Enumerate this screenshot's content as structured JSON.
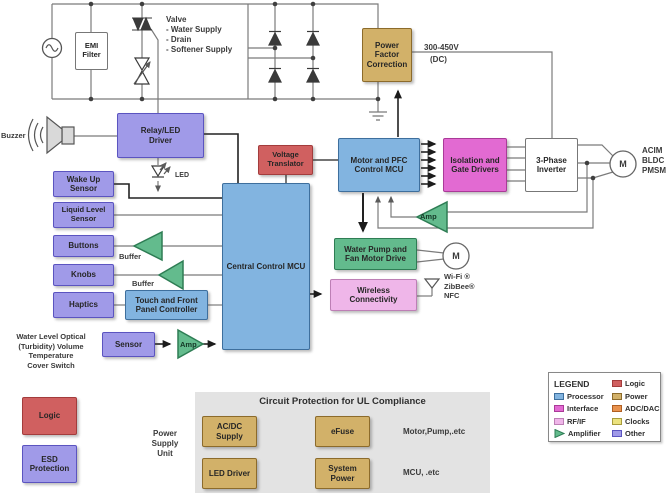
{
  "colors": {
    "processor_blue": "#82b4e0",
    "other_purple": "#a09ae8",
    "logic_red": "#d06060",
    "interface_magenta": "#e26ad2",
    "rfif_pink": "#efb6e9",
    "power_tan": "#d2b169",
    "adcdac_orange": "#e8924e",
    "clocks_yellow": "#ebe27e",
    "amplifier_green": "#63bb8d",
    "panel_gray": "#e3e3e3"
  },
  "blocks": {
    "emi": "EMI Filter",
    "pfc": "Power Factor Correction",
    "relay": "Relay/LED Driver",
    "voltage_translator": "Voltage Translator",
    "motor_mcu": "Motor and PFC Control MCU",
    "isolation": "Isolation and Gate Drivers",
    "inverter": "3-Phase Inverter",
    "wake_up": "Wake Up Sensor",
    "liquid": "Liquid Level Sensor",
    "buttons": "Buttons",
    "knobs": "Knobs",
    "haptics": "Haptics",
    "central_mcu": "Central Control MCU",
    "touch": "Touch and Front Panel Controller",
    "sensor": "Sensor",
    "water_pump": "Water Pump and Fan Motor Drive",
    "wireless": "Wireless Connectivity",
    "logic": "Logic",
    "esd": "ESD Protection",
    "acdc": "AC/DC Supply",
    "efuse": "eFuse",
    "led_driver": "LED Driver",
    "system_power": "System Power"
  },
  "annotations": {
    "buzzer": "Buzzer",
    "valve_title": "Valve",
    "valve_items": [
      "- Water Supply",
      "- Drain",
      "- Softener Supply"
    ],
    "dc_voltage": "300-450V",
    "dc_unit": "(DC)",
    "led": "LED",
    "buffer1": "Buffer",
    "buffer2": "Buffer",
    "amp_sensor": "Amp",
    "amp_feedback": "Amp",
    "motor_m": "M",
    "pump_m": "M",
    "motor_types": [
      "ACIM",
      "BLDC",
      "PMSM"
    ],
    "wireless_items": [
      "Wi-Fi ®",
      "ZibBee®",
      "NFC"
    ],
    "sensor_caption": [
      "Water Level Optical",
      "(Turbidity) Volume",
      "Temperature",
      "Cover Switch"
    ],
    "psu": "Power Supply Unit",
    "panel_title": "Circuit Protection for UL Compliance",
    "efuse_out": "Motor,Pump,.etc",
    "system_power_out": "MCU, .etc"
  },
  "legend": {
    "title": "LEGEND",
    "left": [
      {
        "label": "Processor",
        "color": "#82b4e0",
        "border": "#3e6f9d"
      },
      {
        "label": "Interface",
        "color": "#e26ad2",
        "border": "#aa3a98"
      },
      {
        "label": "RF/IF",
        "color": "#efb6e9",
        "border": "#bd7fb5"
      },
      {
        "label": "Amplifier",
        "color": "#63bb8d",
        "border": "#2e7d54"
      }
    ],
    "right": [
      {
        "label": "Logic",
        "color": "#d06060",
        "border": "#a33c3c"
      },
      {
        "label": "Power",
        "color": "#d2b169",
        "border": "#8c6b2b"
      },
      {
        "label": "ADC/DAC",
        "color": "#e8924e",
        "border": "#b05f22"
      },
      {
        "label": "Clocks",
        "color": "#ebe27e",
        "border": "#a89c3c"
      },
      {
        "label": "Other",
        "color": "#a09ae8",
        "border": "#5b54c0"
      }
    ]
  }
}
